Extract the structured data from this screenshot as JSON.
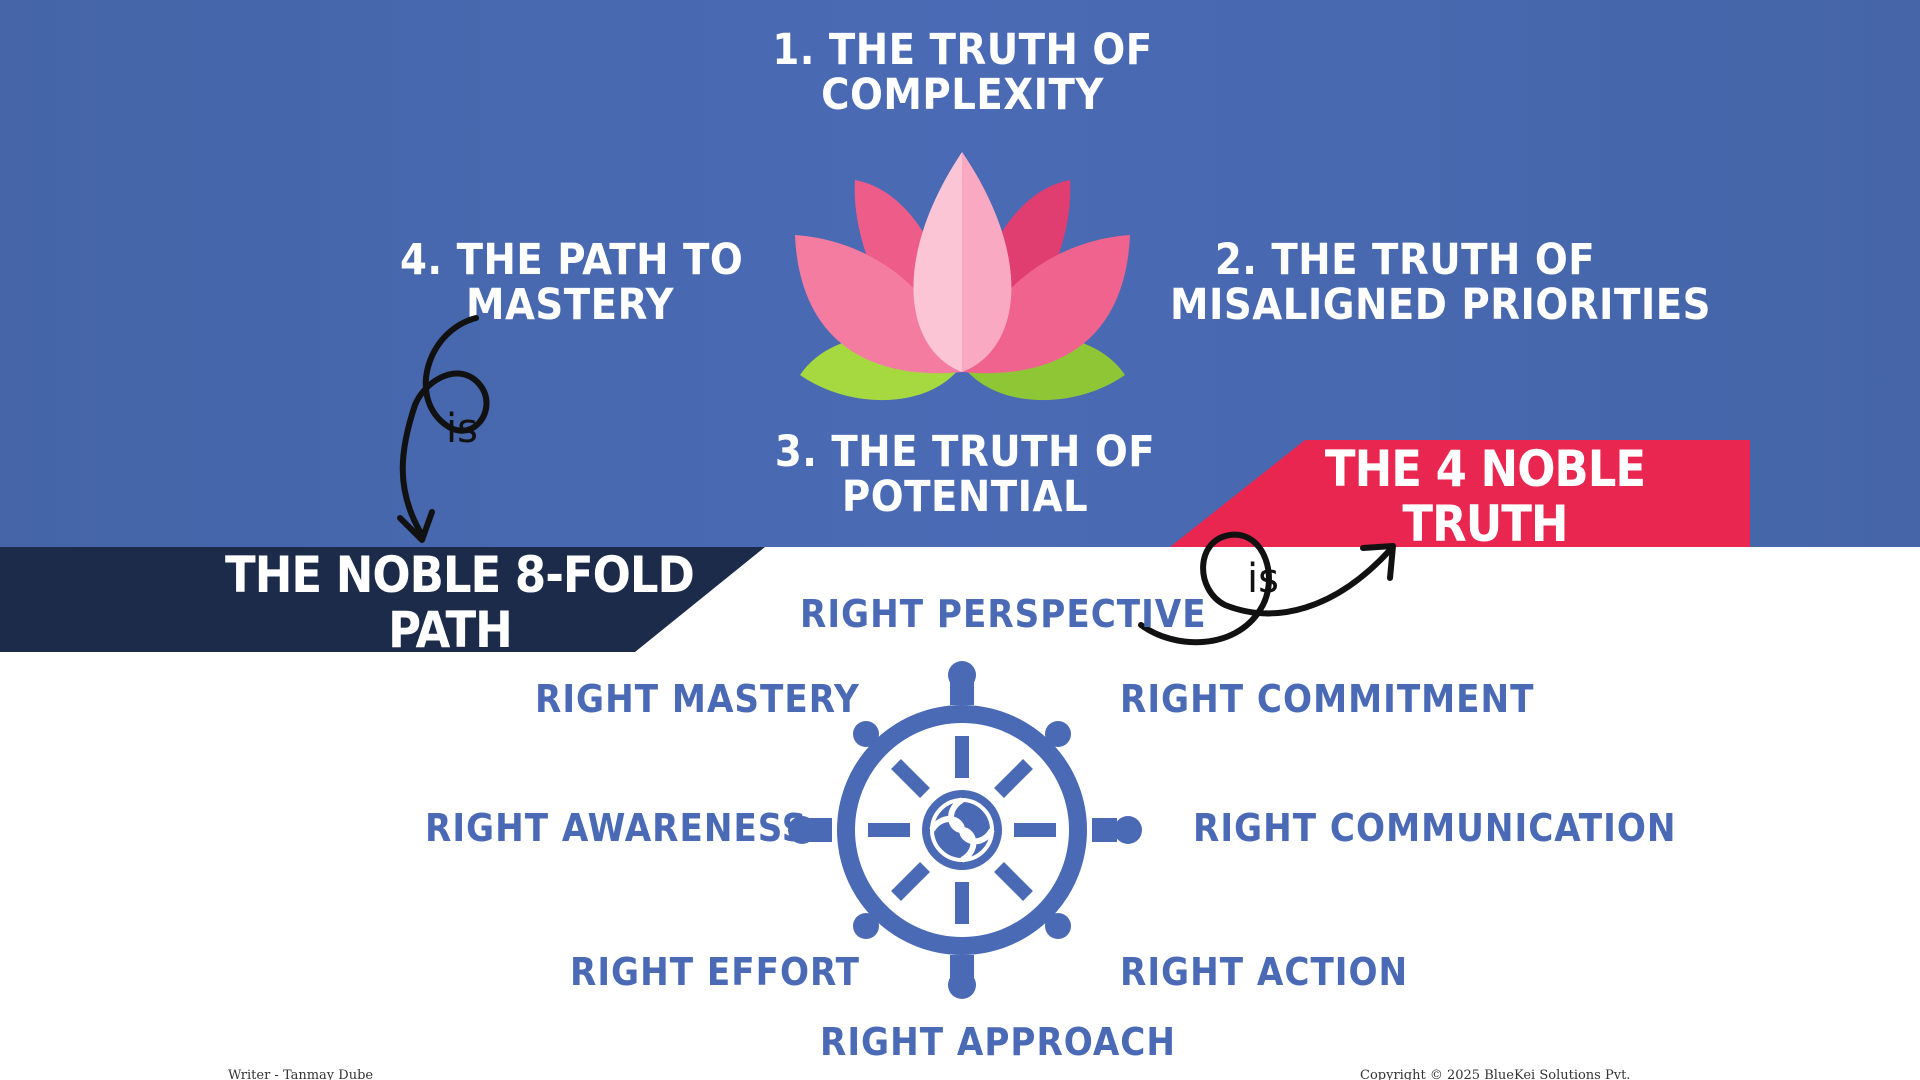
{
  "truths": {
    "t1": [
      "1. THE TRUTH OF",
      "COMPLEXITY"
    ],
    "t2": [
      "2. THE TRUTH OF",
      "MISALIGNED PRIORITIES"
    ],
    "t3": [
      "3. THE TRUTH OF",
      "POTENTIAL"
    ],
    "t4": [
      "4. THE PATH TO",
      "MASTERY"
    ]
  },
  "banners": {
    "eightfold": [
      "THE NOBLE 8-FOLD",
      "PATH"
    ],
    "four_noble": [
      "THE 4 NOBLE",
      "TRUTH"
    ]
  },
  "connector_label": "is",
  "eightfold_items": {
    "perspective": "RIGHT PERSPECTIVE",
    "commitment": "RIGHT COMMITMENT",
    "communication": "RIGHT COMMUNICATION",
    "action": "RIGHT ACTION",
    "approach": "RIGHT APPROACH",
    "effort": "RIGHT EFFORT",
    "awareness": "RIGHT AWARENESS",
    "mastery": "RIGHT MASTERY"
  },
  "footer": {
    "left": "Writer - Tanmay Dube",
    "right": "Copyright © 2025 BlueKei Solutions Pvt."
  },
  "colors": {
    "blue_background": "#4a6ab5",
    "navy_banner": "#1c2b4a",
    "red_banner": "#e8264f",
    "wheel_blue": "#4a6ab5",
    "lotus_pink": "#f47ca0",
    "lotus_light_pink": "#fcc5d6",
    "leaf_green": "#a6d93f"
  },
  "icons": [
    "lotus-icon",
    "dharma-wheel-icon",
    "curved-arrow-icon"
  ]
}
